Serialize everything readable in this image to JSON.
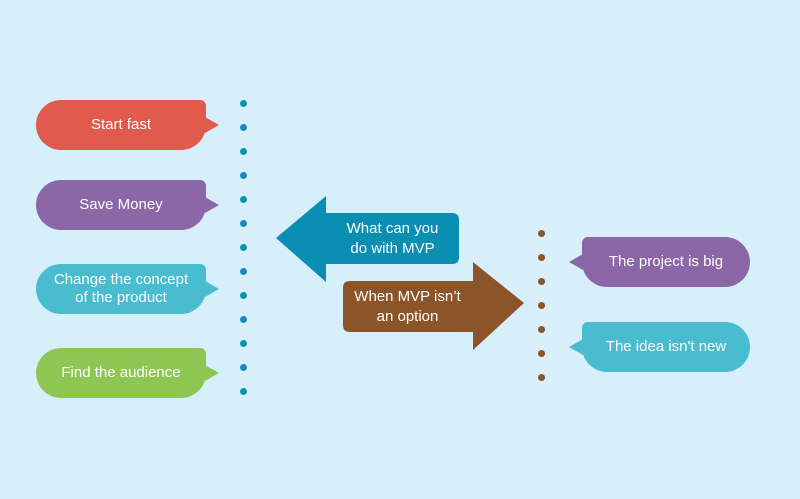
{
  "colors": {
    "background": "#d6effb",
    "red": "#e05a4e",
    "purple": "#8c67a7",
    "teal": "#49bcd0",
    "green": "#8dc653",
    "blue_arrow": "#0a8fb3",
    "brown_arrow": "#8c5429",
    "left_dots": "#0a8fb3",
    "right_dots": "#8c5429"
  },
  "left_list": [
    {
      "label": "Start fast",
      "color": "#e05a4e"
    },
    {
      "label": "Save Money",
      "color": "#8c67a7"
    },
    {
      "label": "Change the concept\nof the product",
      "color": "#49bcd0"
    },
    {
      "label": "Find the audience",
      "color": "#8dc653"
    }
  ],
  "center": {
    "left_arrow_label": "What can you\ndo with MVP",
    "right_arrow_label": "When MVP isn’t\nan option"
  },
  "right_list": [
    {
      "label": "The project is big",
      "color": "#8c67a7"
    },
    {
      "label": "The idea isn't new",
      "color": "#49bcd0"
    }
  ]
}
